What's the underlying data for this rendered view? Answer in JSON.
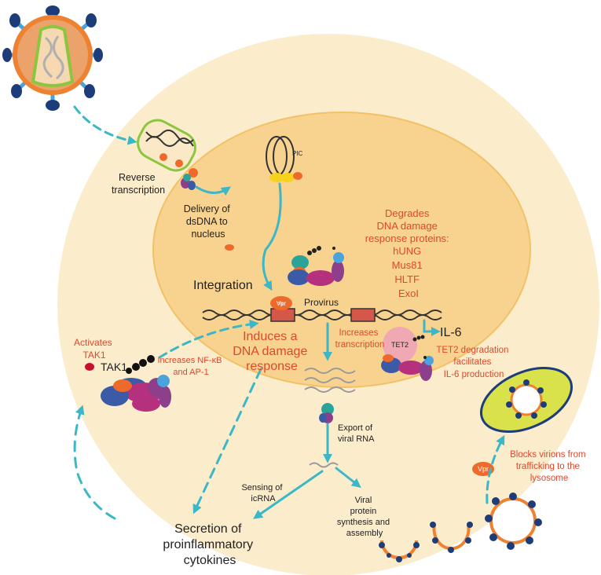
{
  "colors": {
    "cell": "#fbeccc",
    "nucleus": "#f7d38f",
    "nucleus_stroke": "#f2c166",
    "arrow": "#3bb7c7",
    "red_text": "#e0472b",
    "vpr": "#ee6a2c",
    "virion_core": "#eca36b",
    "virion_ring": "#ee8233",
    "knob": "#1d3d7a",
    "lysosome": "#d9e24a",
    "capsid": "#8cc63f",
    "protein_blue": "#3c5ba7",
    "protein_purple": "#8e3f8c",
    "protein_magenta": "#b5317d",
    "protein_teal": "#2aa39a",
    "protein_lightblue": "#49a3dc",
    "tet2": "#f0a8b4",
    "dna_box": "#d4574a"
  },
  "labels": {
    "reverse_transcription": [
      "Reverse",
      "transcription"
    ],
    "delivery": [
      "Delivery of",
      "dsDNA to",
      "nucleus"
    ],
    "pic": "PIC",
    "degrades": [
      "Degrades",
      "DNA damage",
      "response proteins:",
      "hUNG",
      "Mus81",
      "HLTF",
      "ExoI"
    ],
    "integration": "Integration",
    "provirus": "Provirus",
    "vpr": "Vpr",
    "il6": "IL-6",
    "tet2": "TET2",
    "tet2_degradation": [
      "TET2 degradation",
      "facilitates",
      "IL-6 production"
    ],
    "increases_transcription": [
      "Increases",
      "transcription"
    ],
    "activates_tak1": [
      "Activates",
      "TAK1"
    ],
    "tak1": "TAK1",
    "nfkb": [
      "Increases NF-κB",
      "and AP-1"
    ],
    "induces": [
      "Induces a",
      "DNA damage",
      "response"
    ],
    "export": [
      "Export of",
      "viral RNA"
    ],
    "sensing": [
      "Sensing of",
      "icRNA"
    ],
    "viral_protein": [
      "Viral",
      "protein",
      "synthesis and",
      "assembly"
    ],
    "blocks": [
      "Blocks virions from",
      "trafficking to the",
      "lysosome"
    ],
    "secretion": [
      "Secretion of",
      "proinflammatory",
      "cytokines"
    ]
  }
}
